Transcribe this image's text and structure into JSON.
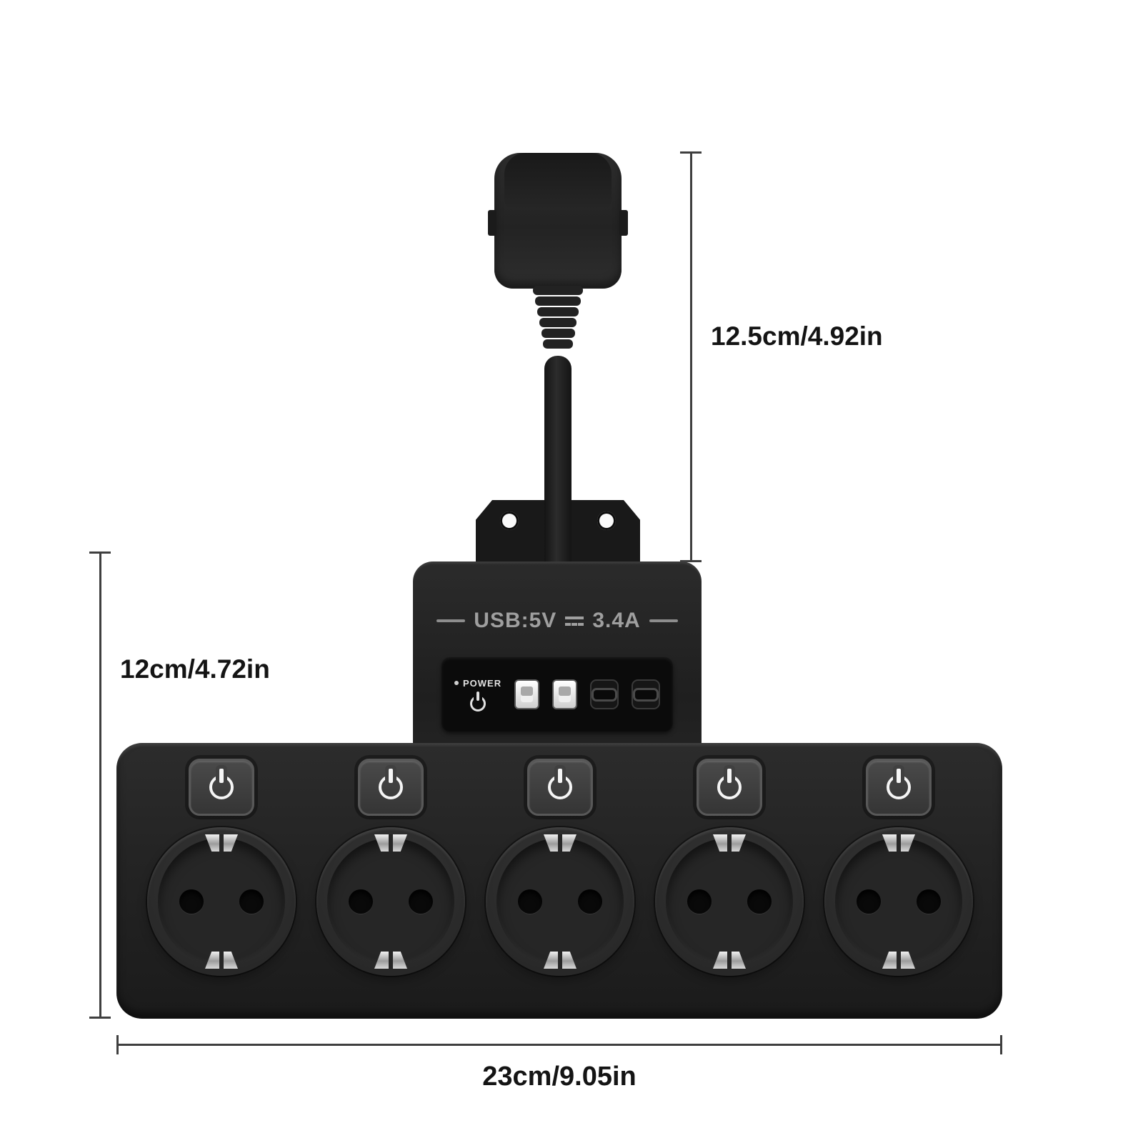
{
  "annotations": {
    "cable_length": "12.5cm/4.92in",
    "body_height": "12cm/4.72in",
    "body_width": "23cm/9.05in"
  },
  "usb_module": {
    "rating_prefix": "USB:5V",
    "rating_suffix": "3.4A",
    "power_label": "POWER"
  },
  "product": {
    "type": "power-strip-with-eu-plug",
    "socket_count": 5,
    "switch_count": 5,
    "usb_a_ports": 2,
    "usb_c_ports": 2
  },
  "colors": {
    "background": "#ffffff",
    "body": "#232323",
    "panel": "#0b0b0b",
    "dimension_line": "#3f3f3f",
    "metal_clip": "#c9c9c9",
    "label_text": "#141414"
  }
}
